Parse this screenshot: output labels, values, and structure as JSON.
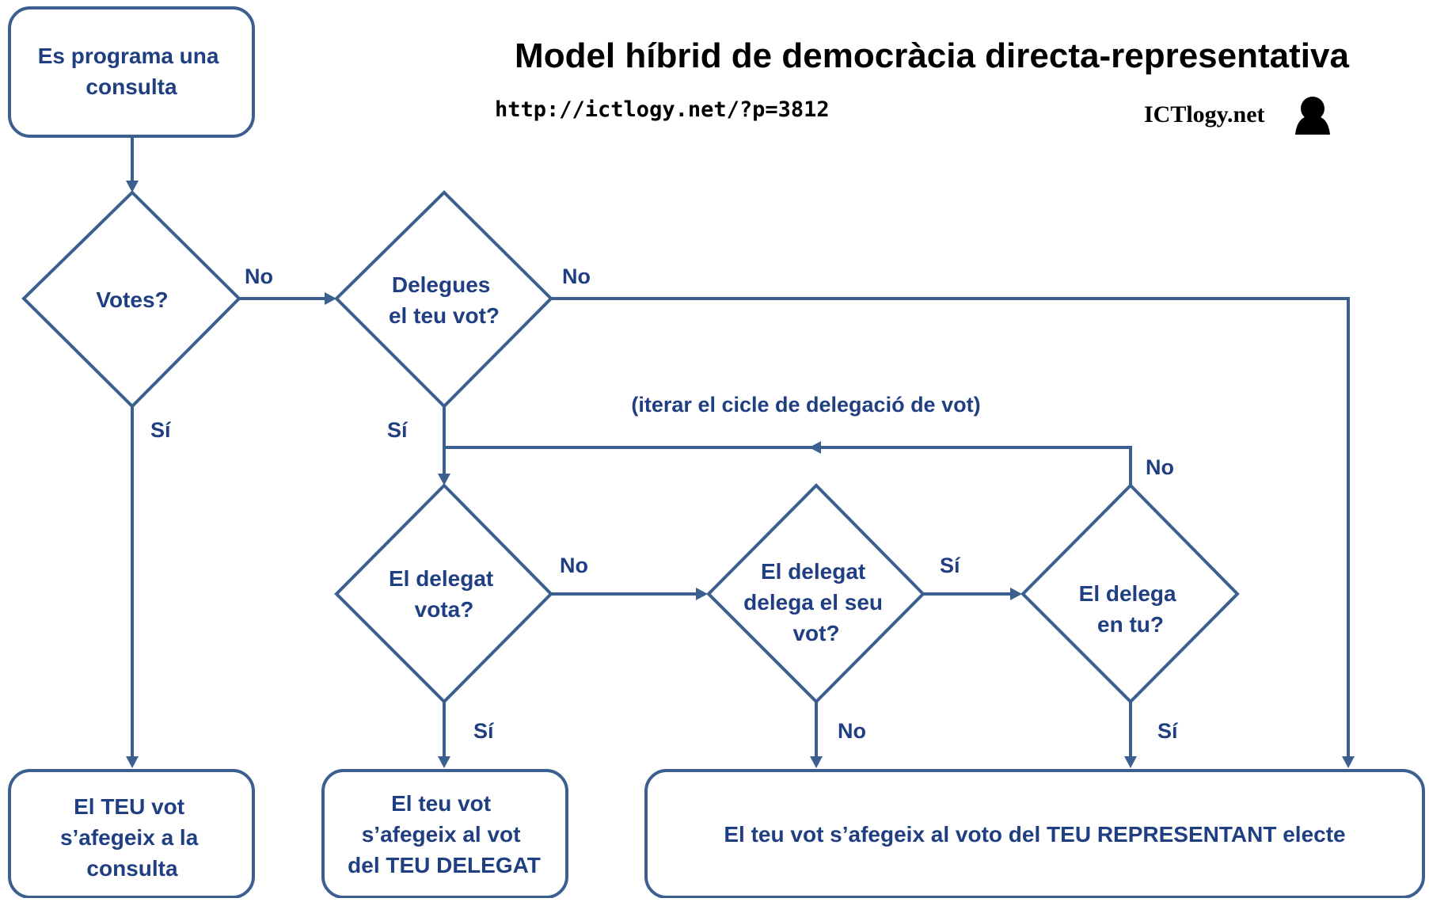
{
  "title": "Model híbrid de democràcia directa-representativa",
  "url": "http://ictlogy.net/?p=3812",
  "brand": "ICTlogy.net",
  "colors": {
    "node_text": "#1f3f82",
    "stroke": "#3b5f8f"
  },
  "nodes": {
    "start": [
      "Es programa una",
      "consulta"
    ],
    "votes": [
      "Votes?"
    ],
    "delegate": [
      "Delegues",
      "el teu vot?"
    ],
    "delegate_votes": [
      "El delegat",
      "vota?"
    ],
    "delegate_delegates": [
      "El delegat",
      "delega el seu",
      "vot?"
    ],
    "delegates_to_you": [
      "El delega",
      "en tu?"
    ],
    "result_direct": [
      "El TEU vot",
      "s’afegeix a la",
      "consulta"
    ],
    "result_delegate": [
      "El teu vot",
      "s’afegeix al vot",
      "del TEU DELEGAT"
    ],
    "result_representative": [
      "El teu vot s’afegeix al voto del TEU REPRESENTANT electe"
    ]
  },
  "edges": {
    "votes_no": "No",
    "votes_si": "Sí",
    "delegate_no": "No",
    "delegate_si": "Sí",
    "delegate_votes_no": "No",
    "delegate_votes_si": "Sí",
    "delegate_delegates_si": "Sí",
    "delegate_delegates_no": "No",
    "delegates_to_you_no": "No",
    "delegates_to_you_si": "Sí",
    "loop_note": "(iterar el cicle de delegació de vot)"
  }
}
